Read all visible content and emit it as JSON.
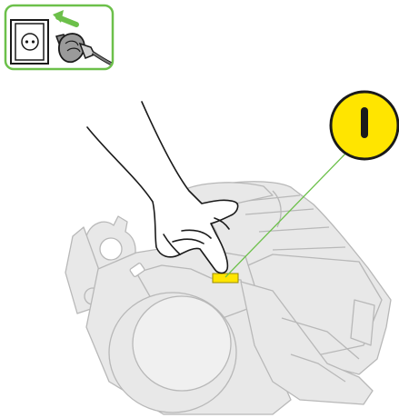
{
  "figure": {
    "callout_symbol": "I",
    "colors": {
      "accent_green": "#6cc04a",
      "highlight_yellow": "#ffe500",
      "machine_fill": "#e8e8e8",
      "machine_stroke": "#b8b8b8",
      "line": "#1a1a1a"
    },
    "icons": [
      "wall-socket-icon",
      "plug-icon",
      "insert-arrow-icon",
      "hand-icon",
      "vacuum-cleaner",
      "power-switch-button",
      "power-on-callout"
    ]
  }
}
